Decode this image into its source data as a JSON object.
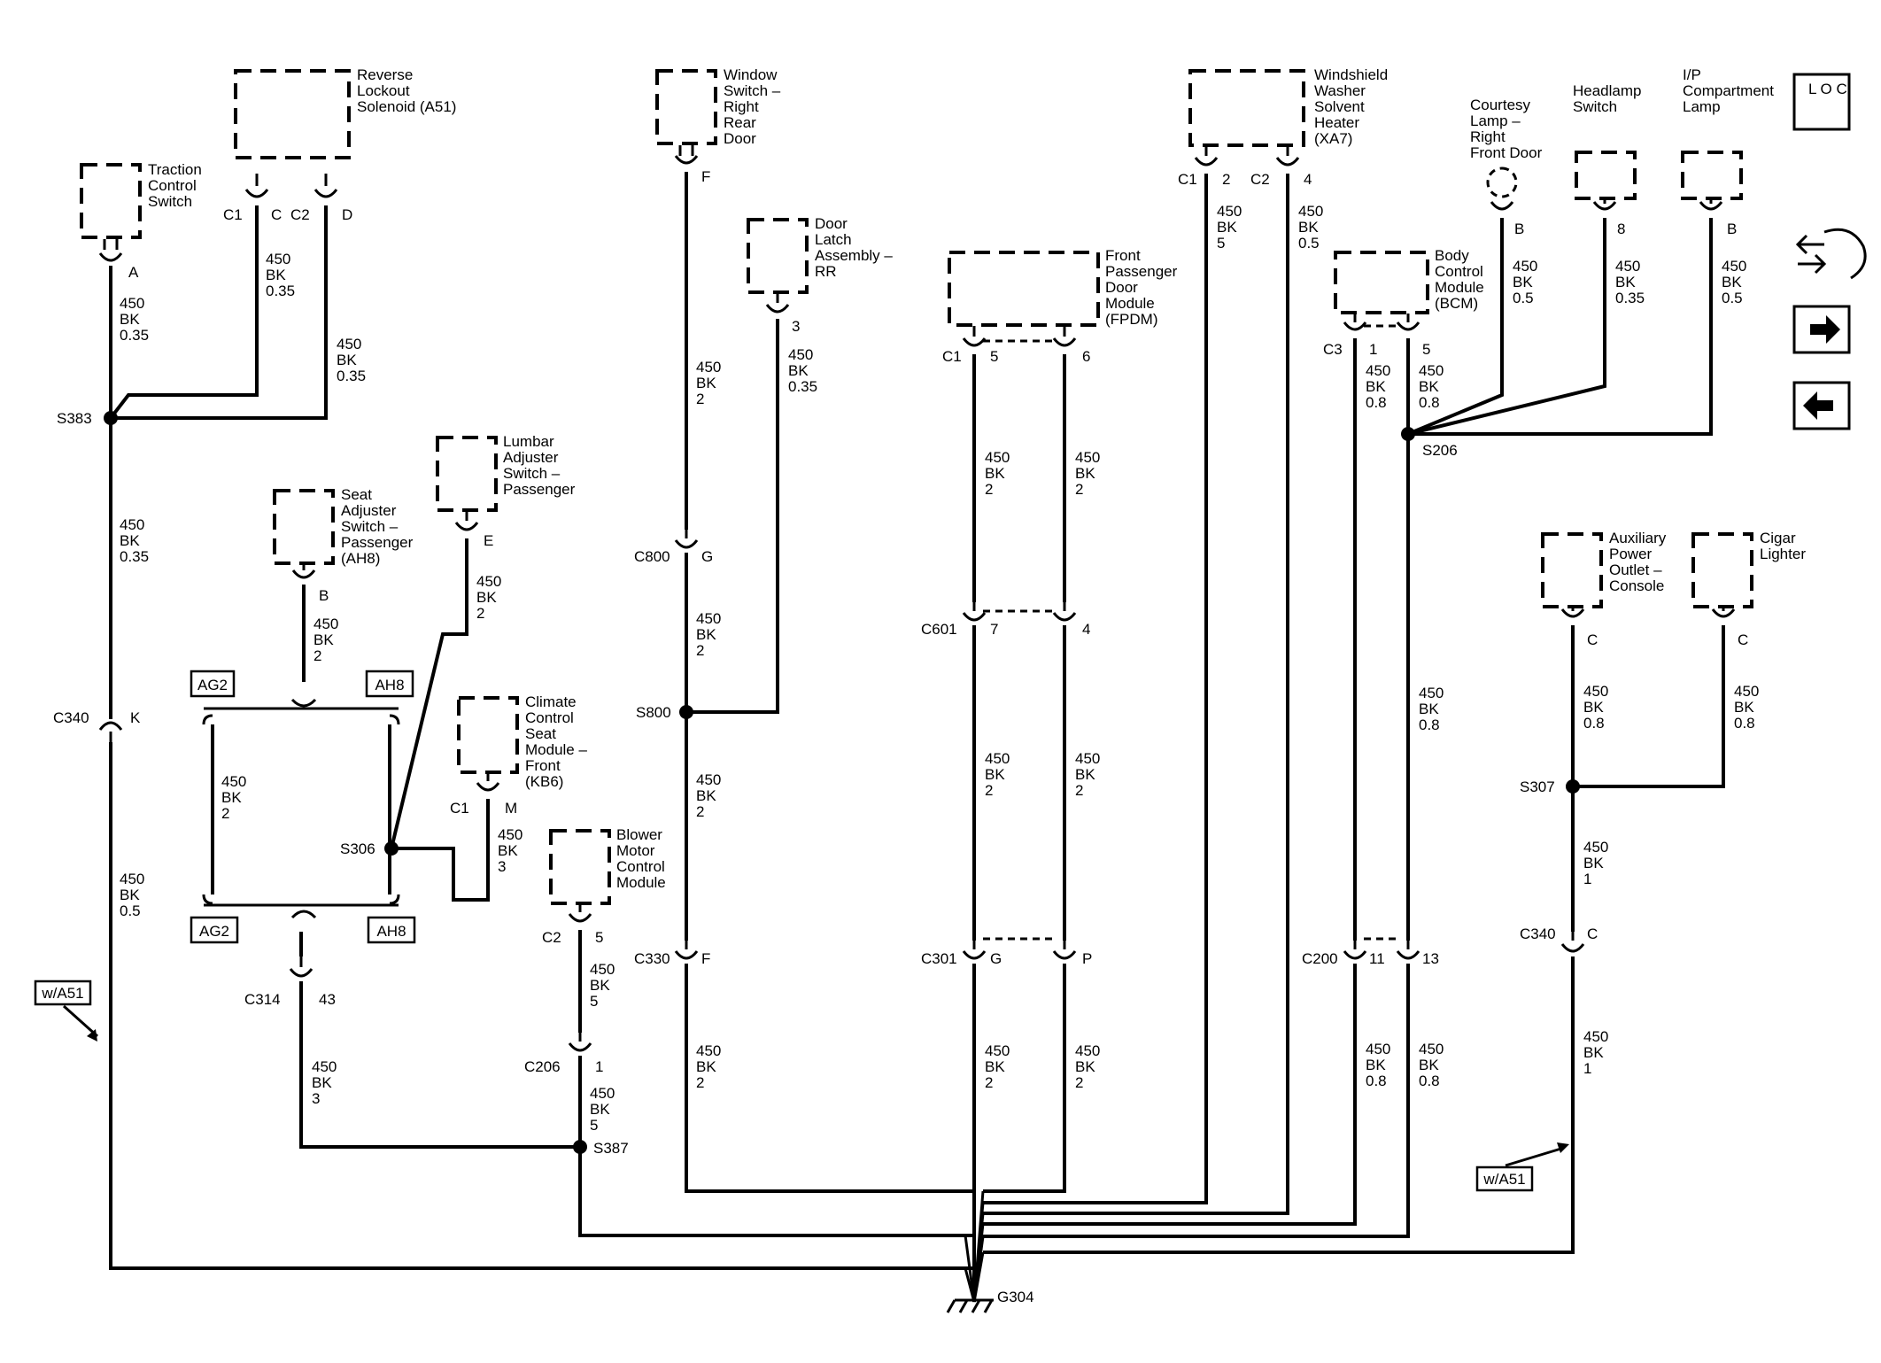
{
  "components": {
    "traction_control_switch": "Traction Control Switch",
    "reverse_lockout_solenoid": "Reverse Lockout Solenoid (A51)",
    "window_switch": "Window Switch – Right Rear Door",
    "door_latch": "Door Latch Assembly – RR",
    "fpdm": "Front Passenger Door Module (FPDM)",
    "washer_heater": "Windshield Washer Solvent Heater (XA7)",
    "courtesy_lamp": "Courtesy Lamp – Right Front Door",
    "headlamp_switch": "Headlamp Switch",
    "ip_compartment_lamp": "I/P Compartment Lamp",
    "bcm": "Body Control Module (BCM)",
    "lumbar_switch": "Lumbar Adjuster Switch – Passenger",
    "seat_adjuster": "Seat Adjuster Switch – Passenger (AH8)",
    "climate_seat_module": "Climate Control Seat Module – Front (KB6)",
    "blower_module": "Blower Motor Control Module",
    "aux_power_outlet": "Auxiliary Power Outlet – Console",
    "cigar_lighter": "Cigar Lighter"
  },
  "splices": {
    "s383": "S383",
    "s306": "S306",
    "s387": "S387",
    "s800": "S800",
    "s206": "S206",
    "s307": "S307",
    "g304": "G304"
  },
  "connectors": {
    "c340": "C340",
    "c314": "C314",
    "c206": "C206",
    "c2": "C2",
    "c1": "C1",
    "c800": "C800",
    "c330": "C330",
    "c601": "C601",
    "c301": "C301",
    "c200": "C200",
    "c3": "C3"
  },
  "option_boxes": {
    "ag2": "AG2",
    "ah8": "AH8",
    "wa51": "w/A51"
  },
  "loc_icon": "L O C",
  "wire_labels": {
    "circuit": "450",
    "color": "BK"
  }
}
